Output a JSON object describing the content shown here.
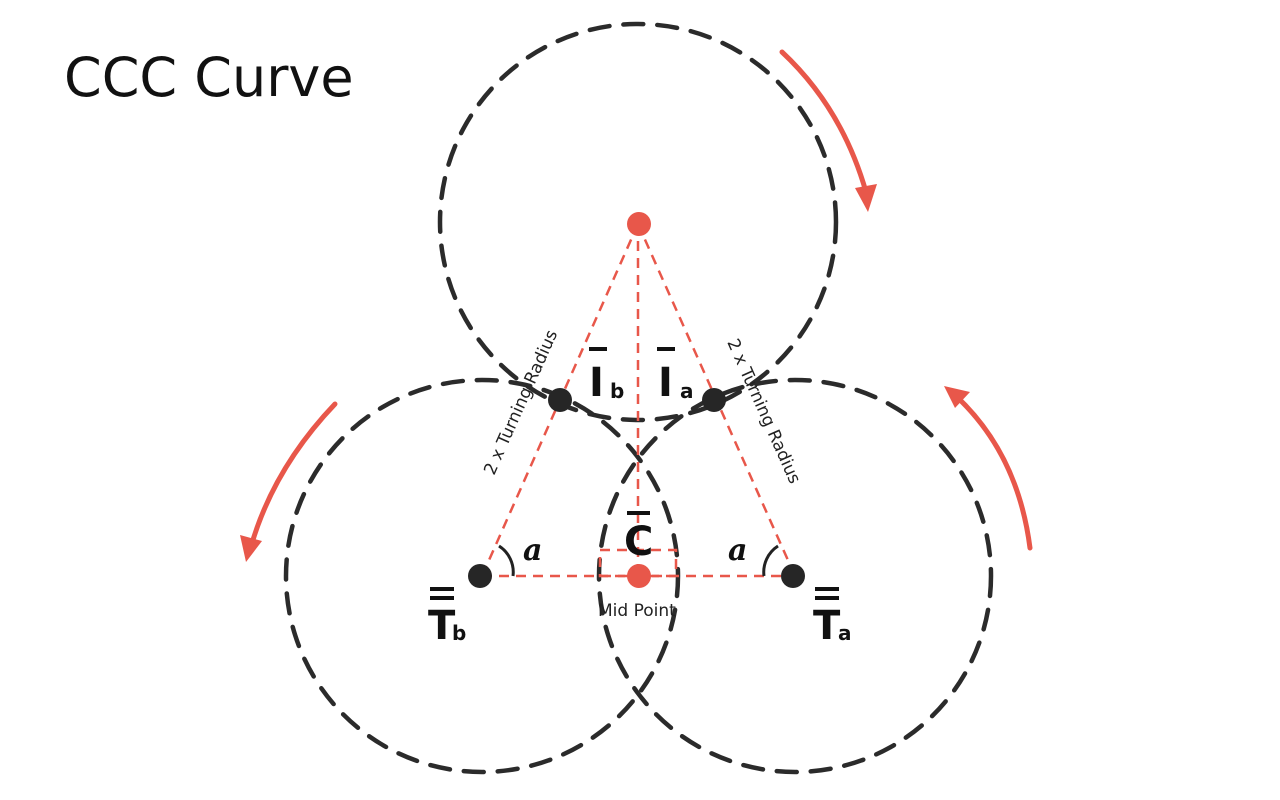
{
  "title": "CCC Curve",
  "colors": {
    "circle": "#2b2b2b",
    "accent": "#e8574a",
    "point": "#262626",
    "text": "#111111"
  },
  "labels": {
    "tb_main": "T",
    "tb_sub": "b",
    "ta_main": "T",
    "ta_sub": "a",
    "ib_main": "I",
    "ib_sub": "b",
    "ia_main": "I",
    "ia_sub": "a",
    "c_main": "C",
    "midpoint": "Mid Point",
    "radius_left": "2 x Turning Radius",
    "radius_right": "2 x Turning Radius",
    "alpha_left": "a",
    "alpha_right": "a"
  },
  "icons": {
    "top_arrow": "arrow-clockwise-icon",
    "left_arrow": "arrow-counterclockwise-icon",
    "right_arrow": "arrow-clockwise-icon"
  }
}
